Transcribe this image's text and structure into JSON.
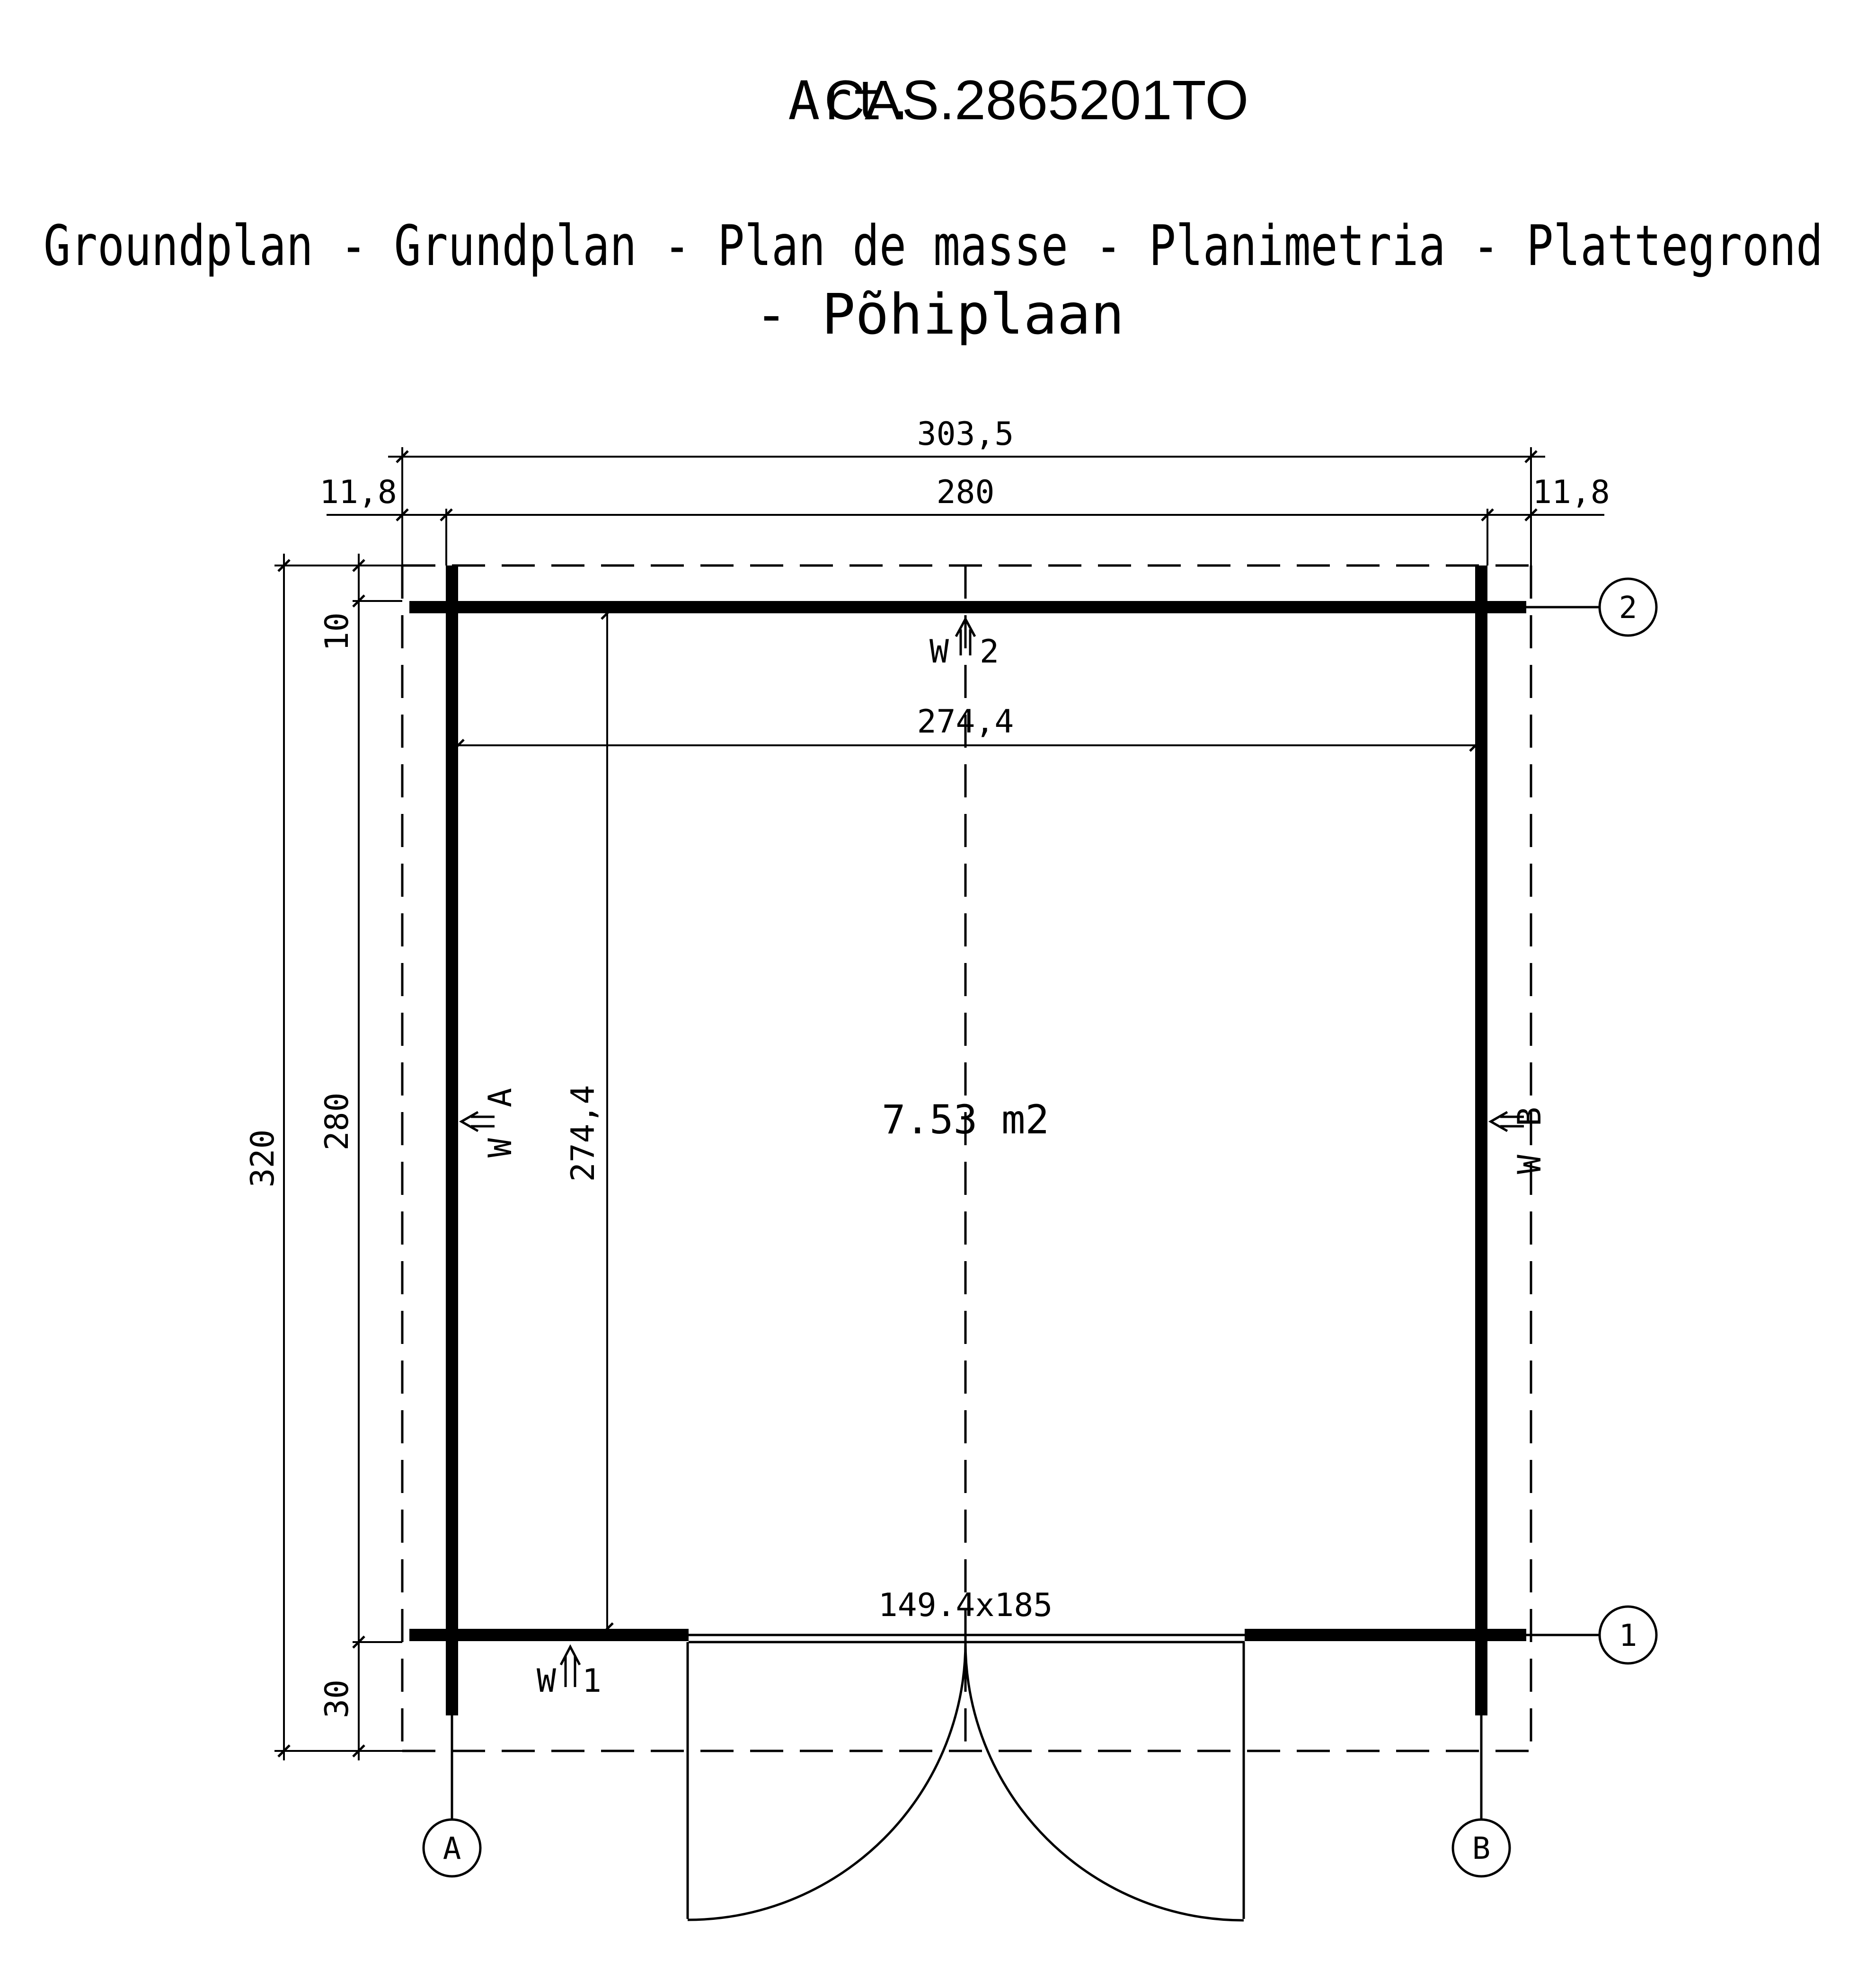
{
  "title": {
    "art_prefix": "Art.",
    "code": "CAS.2865201TO",
    "subtitle_line1": "Groundplan - Grundplan - Plan de masse - Planimetria - Plattegrond",
    "subtitle_line2": "- Põhiplaan"
  },
  "dimensions": {
    "overall_width": "303,5",
    "overhang_left": "11,8",
    "overhang_right": "11,8",
    "wall_width": "280",
    "inner_width": "274,4",
    "overall_depth": "320",
    "wall_depth": "280",
    "inner_depth": "274,4",
    "front_overhang": "10",
    "rear_overhang": "30"
  },
  "area": "7.53 m2",
  "door": "149.4x185",
  "walls": {
    "w1": {
      "w": "W",
      "n": "1"
    },
    "w2": {
      "w": "W",
      "n": "2"
    },
    "wa": {
      "w": "W",
      "n": "A"
    },
    "wb": {
      "w": "W",
      "n": "B"
    }
  },
  "axes": {
    "a": "A",
    "b": "B",
    "one": "1",
    "two": "2"
  }
}
